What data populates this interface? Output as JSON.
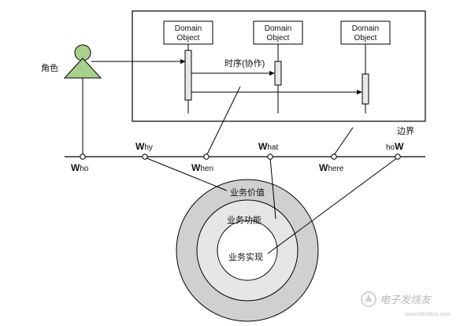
{
  "diagram": {
    "actor_label": "角色",
    "boundary_label": "边界",
    "sequence_label": "时序(协作)",
    "objects": [
      {
        "line1": "Domain",
        "line2": "Object"
      },
      {
        "line1": "Domain",
        "line2": "Object"
      },
      {
        "line1": "Domain",
        "line2": "Object"
      }
    ],
    "axis": {
      "who": {
        "cap": "W",
        "rest": "ho"
      },
      "why": {
        "cap": "W",
        "rest": "hy"
      },
      "when": {
        "cap": "W",
        "rest": "hen"
      },
      "what": {
        "cap": "W",
        "rest": "hat"
      },
      "where": {
        "cap": "W",
        "rest": "here"
      },
      "how": {
        "lead": "ho",
        "cap": "W"
      }
    },
    "rings": {
      "outer": "业务价值",
      "middle": "业务功能",
      "inner": "业务实现"
    },
    "colors": {
      "actor_fill": "#a9d18e",
      "outer_ring": "#d0d0d0",
      "middle_ring": "#e6e6e6",
      "inner_circle": "#ffffff",
      "activation_bar": "#e8e8e8",
      "line": "#000000"
    }
  },
  "watermark": {
    "main": "电子发烧友",
    "sub": "www.elecfans.com"
  }
}
